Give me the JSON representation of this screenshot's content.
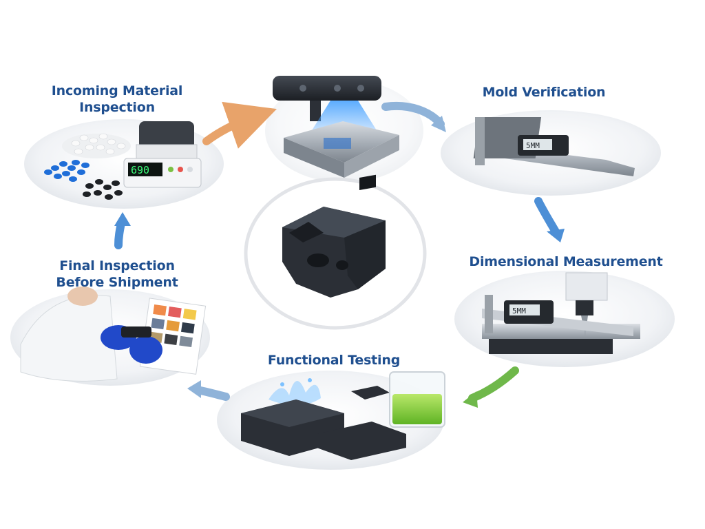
{
  "stages": {
    "incoming": {
      "line1": "Incoming Material",
      "line2": "Inspection"
    },
    "mold": {
      "line1": "Mold Verification"
    },
    "dimensional": {
      "line1": "Dimensional Measurement"
    },
    "functional": {
      "line1": "Functional Testing"
    },
    "final": {
      "line1": "Final Inspection",
      "line2": "Before Shipment"
    }
  },
  "scale_display": "690",
  "caliper_display": "5MM",
  "icons": [
    "scale-icon",
    "scanner-icon",
    "caliper-icon",
    "cmm-probe-icon",
    "water-splash-icon",
    "beaker-icon",
    "color-chart-icon",
    "gloved-hands-icon",
    "molded-part-icon"
  ],
  "colors": {
    "label": "#1f4f8f",
    "arrow_orange": "#e8a36a",
    "arrow_blue": "#4d8fd6",
    "arrow_green": "#6fb84a",
    "part": "#2b2f36"
  }
}
